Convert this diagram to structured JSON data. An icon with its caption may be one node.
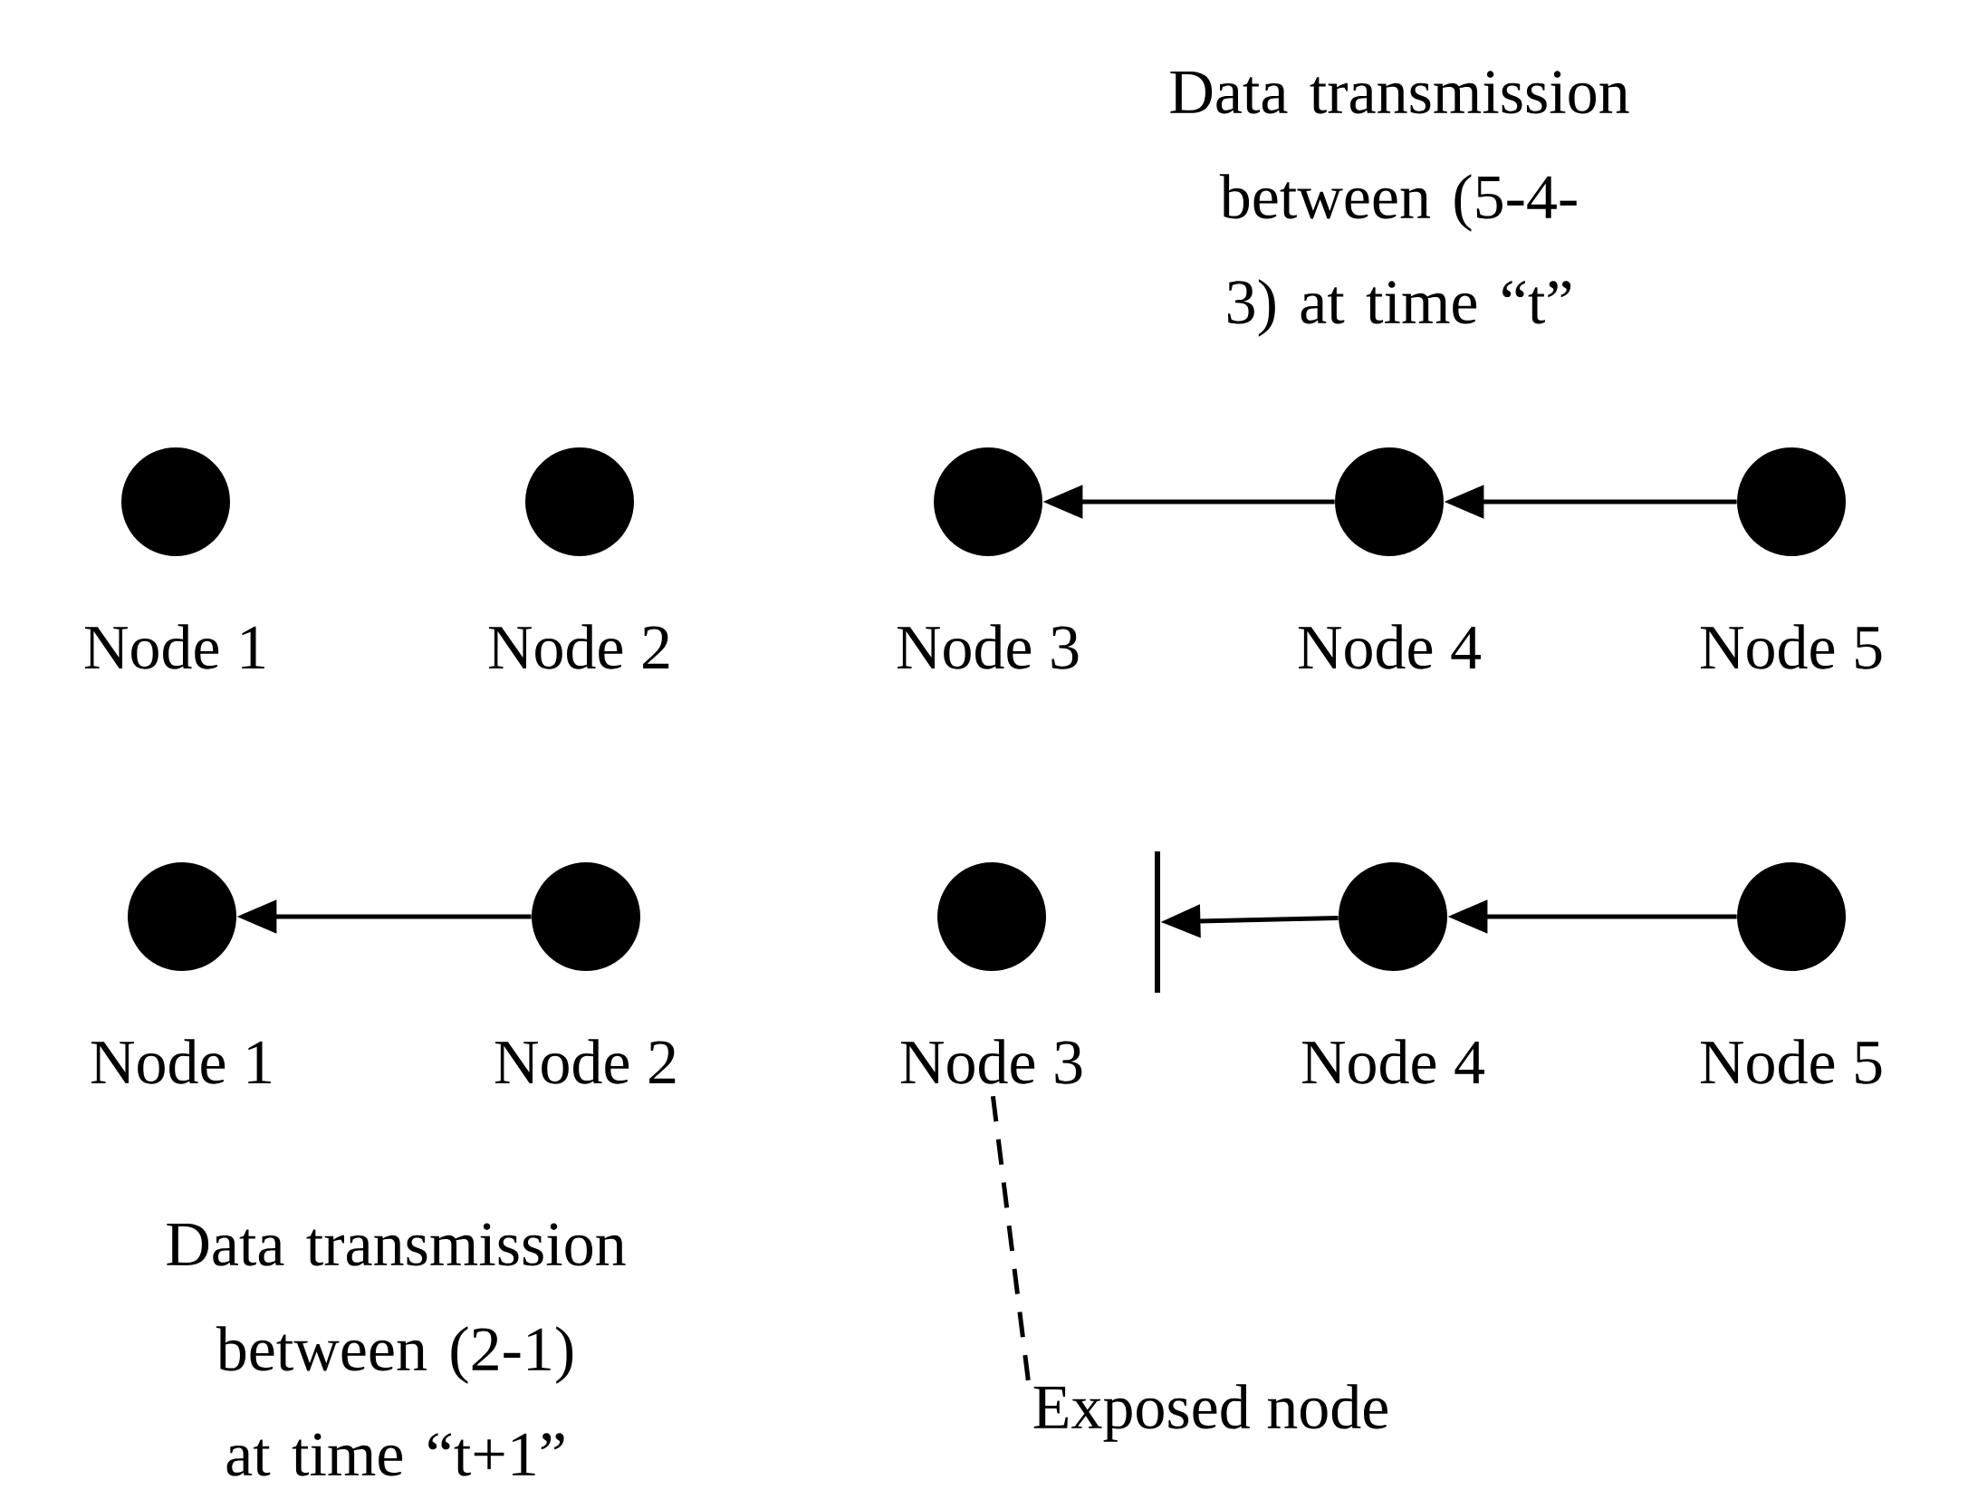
{
  "diagram": {
    "nodes": [
      {
        "text": [],
        "shape": "circle",
        "beside": [
          "Node 1"
        ]
      },
      {
        "text": [],
        "shape": "circle",
        "beside": [
          "Node 2"
        ]
      },
      {
        "text": [],
        "shape": "circle",
        "beside": [
          "Node 3"
        ]
      },
      {
        "text": [],
        "shape": "circle",
        "beside": [
          "Node 4"
        ]
      },
      {
        "text": [],
        "shape": "circle",
        "beside": [
          "Node 5"
        ]
      },
      {
        "text": [],
        "shape": "circle",
        "beside": [
          "Node 1"
        ]
      },
      {
        "text": [],
        "shape": "circle",
        "beside": [
          "Node 2"
        ]
      },
      {
        "text": [],
        "shape": "circle",
        "beside": [
          "Node 3"
        ]
      },
      {
        "text": [],
        "shape": "circle",
        "beside": [
          "Node 4"
        ]
      },
      {
        "text": [],
        "shape": "circle",
        "beside": [
          "Node 5"
        ]
      },
      {
        "text": [],
        "shape": "bar"
      },
      {
        "text": [
          "Exposed node"
        ]
      }
    ],
    "edges": [
      {
        "from": 3,
        "to": 2,
        "arrow": "to"
      },
      {
        "from": 4,
        "to": 3,
        "arrow": "to"
      },
      {
        "from": 6,
        "to": 5,
        "arrow": "to"
      },
      {
        "from": 8,
        "to": 10,
        "arrow": "to"
      },
      {
        "from": 9,
        "to": 8,
        "arrow": "to"
      },
      {
        "from": 11,
        "to": 7,
        "arrow": "none",
        "style": "dashed"
      }
    ],
    "labels": [
      "Data transmission between (5-4-3) at time “t”",
      "Data transmission between (2-1) at time “t+1”"
    ]
  }
}
